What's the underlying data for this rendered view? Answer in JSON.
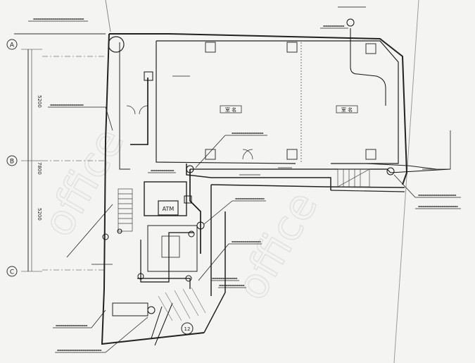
{
  "sheet": {
    "grid": {
      "A": "A",
      "B": "B",
      "C": "C",
      "dim_top": "5200",
      "dim_mid": "7800",
      "dim_bottom": "5200"
    },
    "room_label_left": "室 名",
    "room_label_right": "室 名",
    "unit_label": "ATM",
    "marker_label": "12",
    "watermark": "office"
  }
}
